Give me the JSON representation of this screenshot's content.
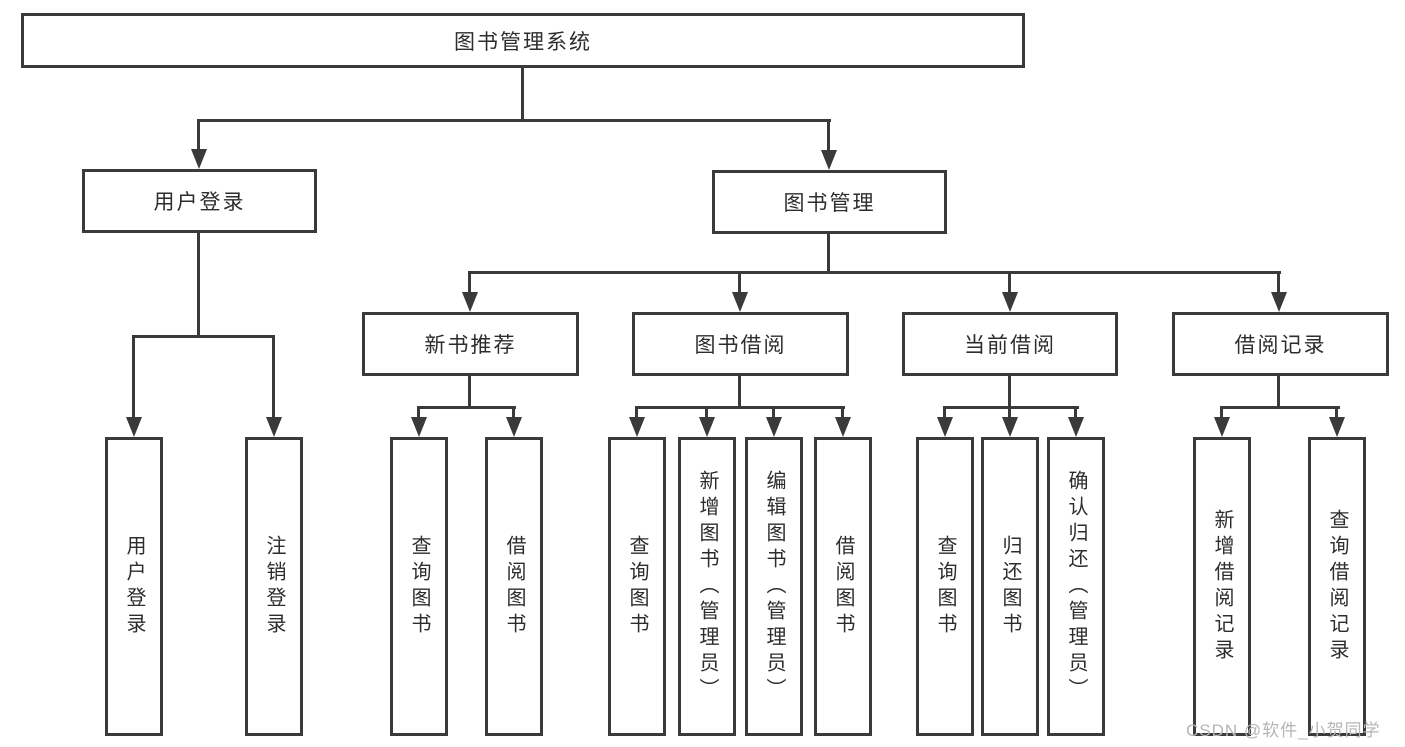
{
  "colors": {
    "bg": "#ffffff",
    "line": "#3a3a3a",
    "text": "#2d2d2d",
    "watermark": "#b5b5b5"
  },
  "diagram": {
    "type": "hierarchy-tree",
    "root": {
      "label": "图书管理系统"
    },
    "branches": [
      {
        "label": "用户登录",
        "children": [
          {
            "label": "用户登录"
          },
          {
            "label": "注销登录"
          }
        ]
      },
      {
        "label": "图书管理",
        "children": [
          {
            "label": "新书推荐",
            "children": [
              {
                "label": "查询图书"
              },
              {
                "label": "借阅图书"
              }
            ]
          },
          {
            "label": "图书借阅",
            "children": [
              {
                "label": "查询图书"
              },
              {
                "label": "新增图书（管理员）"
              },
              {
                "label": "编辑图书（管理员）"
              },
              {
                "label": "借阅图书"
              }
            ]
          },
          {
            "label": "当前借阅",
            "children": [
              {
                "label": "查询图书"
              },
              {
                "label": "归还图书"
              },
              {
                "label": "确认归还（管理员）"
              }
            ]
          },
          {
            "label": "借阅记录",
            "children": [
              {
                "label": "新增借阅记录"
              },
              {
                "label": "查询借阅记录"
              }
            ]
          }
        ]
      }
    ]
  },
  "watermark": {
    "text": "CSDN @软件_小贺同学"
  }
}
